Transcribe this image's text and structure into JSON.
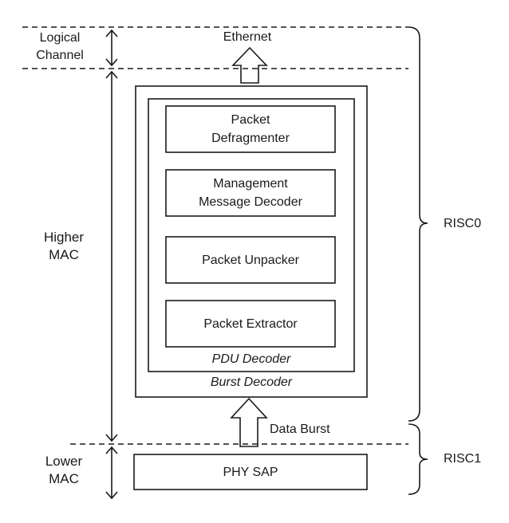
{
  "layers": {
    "logical_channel": "Logical\nChannel",
    "higher_mac": "Higher\nMAC",
    "lower_mac": "Lower\nMAC"
  },
  "interfaces": {
    "ethernet": "Ethernet",
    "data_burst": "Data Burst"
  },
  "processors": {
    "risc0": "RISC0",
    "risc1": "RISC1"
  },
  "blocks": {
    "packet_defragmenter": "Packet\nDefragmenter",
    "management_message_decoder": "Management\nMessage Decoder",
    "packet_unpacker": "Packet Unpacker",
    "packet_extractor": "Packet Extractor",
    "pdu_decoder": "PDU Decoder",
    "burst_decoder": "Burst Decoder",
    "phy_sap": "PHY SAP"
  }
}
